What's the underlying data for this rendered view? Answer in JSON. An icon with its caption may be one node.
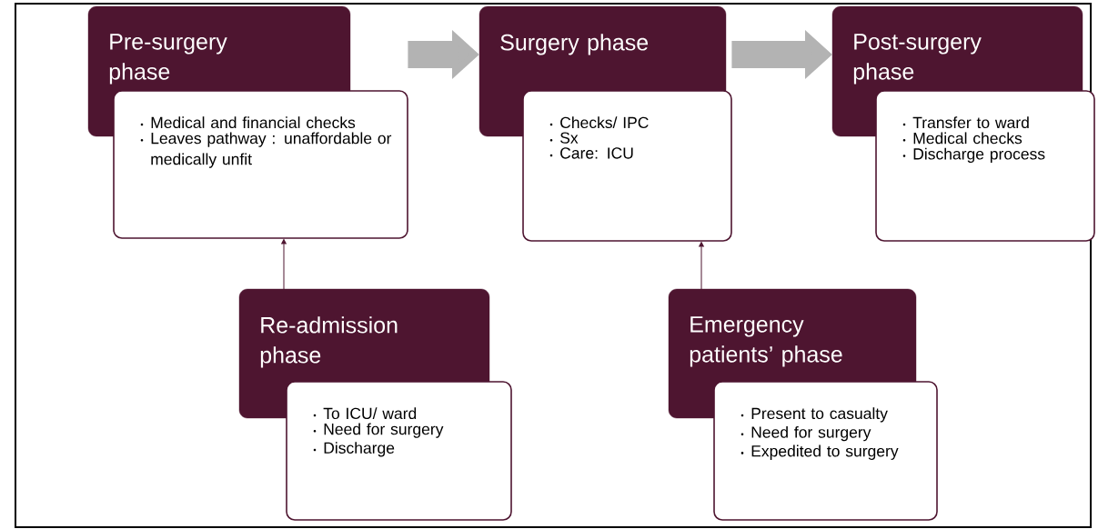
{
  "diagram": {
    "nodes": [
      {
        "text": [
          "Pre-surgery phase",
          "Medical and financial checks",
          "Leaves pathway : unaffordable or medically unfit"
        ]
      },
      {
        "text": [
          "Surgery phase",
          "Checks/ IPC",
          "Sx",
          "Care: ICU"
        ]
      },
      {
        "text": [
          "Post-surgery phase",
          "Transfer to ward",
          "Medical checks",
          "Discharge process"
        ]
      },
      {
        "text": [
          "Re-admission phase",
          "To ICU/ ward",
          "Need for surgery",
          "Discharge"
        ]
      },
      {
        "text": [
          "Emergency patients’ phase",
          "Present to casualty",
          "Need for surgery",
          "Expedited to surgery"
        ]
      }
    ],
    "edges": [
      {
        "from": 0,
        "to": 1,
        "arrow": "to",
        "style": "thick",
        "color": "#b3b3b3"
      },
      {
        "from": 1,
        "to": 2,
        "arrow": "to",
        "style": "thick",
        "color": "#b3b3b3"
      },
      {
        "from": 3,
        "to": 0,
        "arrow": "to",
        "color": "#4e1530"
      },
      {
        "from": 4,
        "to": 1,
        "arrow": "to",
        "color": "#4e1530"
      }
    ]
  }
}
